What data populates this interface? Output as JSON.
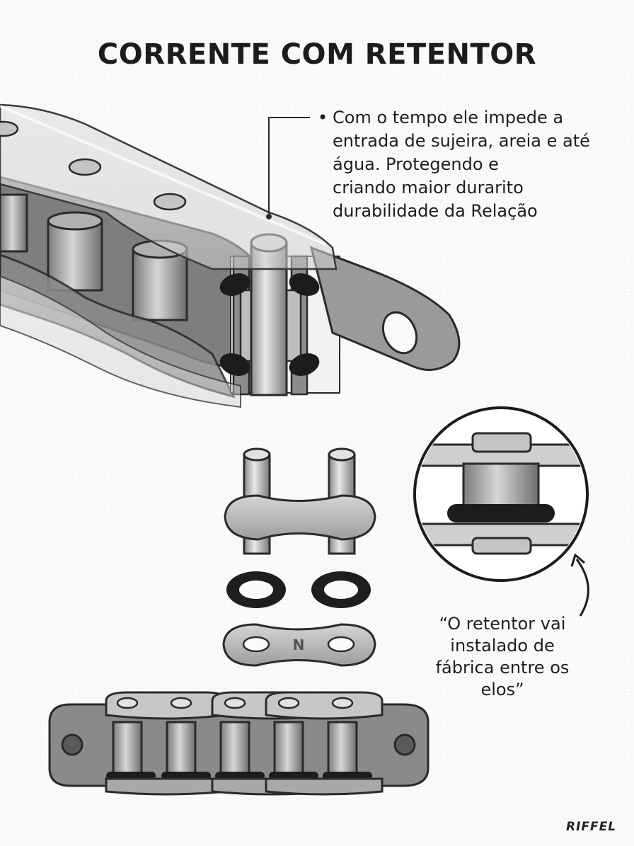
{
  "title": "CORRENTE COM RETENTOR",
  "callout": {
    "lines": [
      "Com o tempo ele impede a",
      "entrada de sujeira, areia e até",
      "água. Protegendo e",
      "criando maior durarito",
      "durabilidade da Relação"
    ]
  },
  "quote": {
    "lines": [
      "“O retentor vai",
      "instalado de",
      "fábrica entre os",
      "elos”"
    ]
  },
  "brand": "RIFFEL",
  "plate_mark": "N",
  "colors": {
    "steel": "#b9b9b9",
    "steel_dark": "#7d7d7d",
    "outline": "#2a2a2a",
    "seal": "#1c1c1c",
    "background": "#fafafa"
  }
}
